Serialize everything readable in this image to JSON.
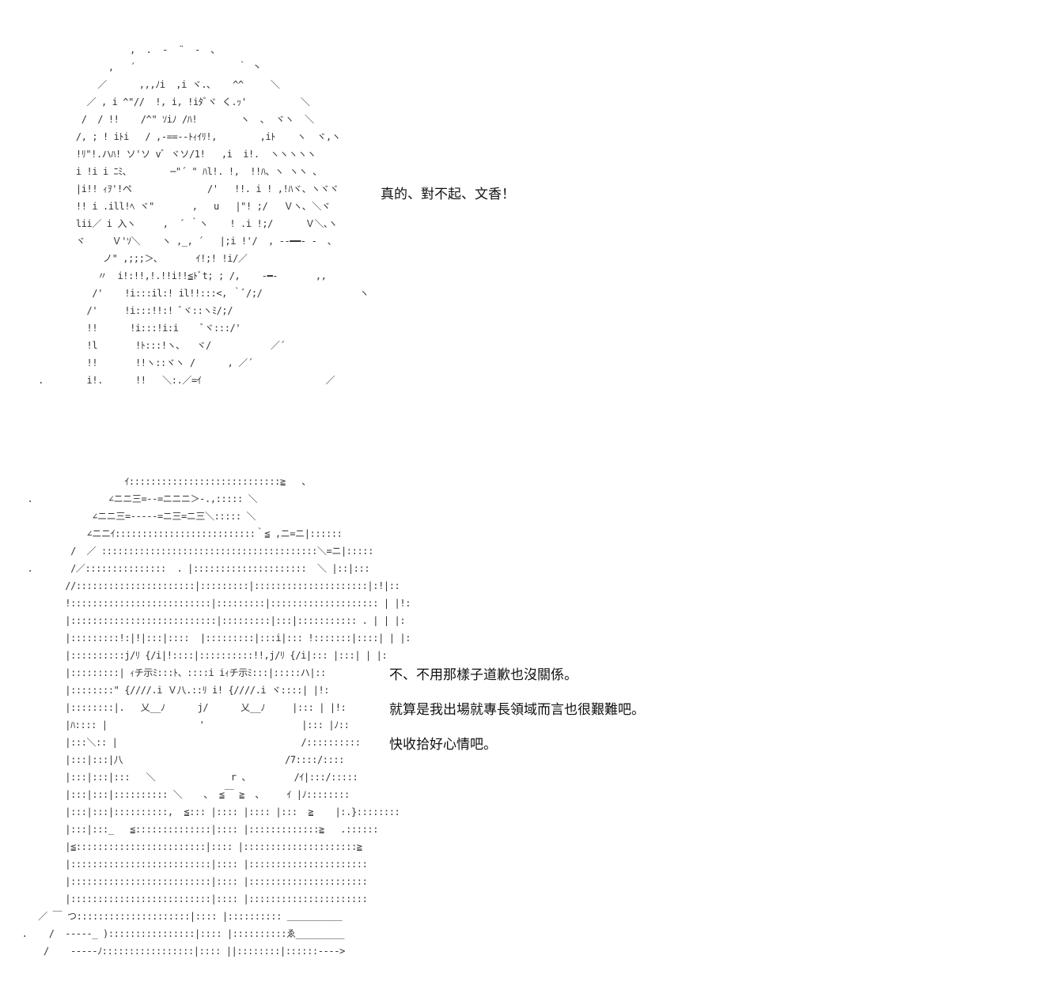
{
  "art": {
    "top": "                      ,  .  ‐  ¨  ‐  ､\n                  ,   ´                   ｀ 丶\n                ／      ,,,ﾉi  ,i ヾ.､    ^^     ＼\n              ／ , i ^\"//  !, i, !iﾀﾞヾ く.ｯ'          ＼\n             /  / !!    /^\" ｿiﾉ /ﾊ!        ヽ  ､  ヾヽ  ＼\n            /, ; ! iﾄi   / ,-==‐-ﾄｨｲﾘ!,        ,iﾄ    ヽ  ヾ,ヽ\n            !ﾘ\"!.ハﾊ! ソ'ソ vﾞ ヾソ/1!   ,i  i!.  ヽヽヽヽヽ\n            i !i i ﾆﾐ､        ─\"´ \" ﾊl!. !,  !!ﾊ、ヽ ヽヽ ､\n            |i!! ｨｦ'!ペ              /'   !!. i ! ,!ﾊヾ、ヽヾヾ\n            !! i .ill!ﾍ ヾ\"       ,   u   |\"! ;/   Ｖヽ､ ＼ヾ\n            lii／ i 入ヽ     ,  ´ ｀ヽ    ! .i !;/      Ｖ＼､ヽ\n            ヾ     Ｖ'ｿ＼    ヽ ,_, ´   |;i !'/  , -‐━━‐ -  ､\n                 ノ\" ,;;;＞､       ｲ!;! !i/／\n                〃  i!:!!,!.!!i!!≦ﾄﾞt; ; /,    ‐━‐       ,,\n               /'    !i:::il:! il!!:::<, ｀ﾞ/;/                  ヽ\n              /'     !i:::!!:! ﾞヾ::ヽﾐ/;/\n              !!      !i:::!i:i    ﾞヾ:::/'\n              !l       !ﾄ:::!ヽ､   ヾ/           ／´\n              !!       !!ヽ::ヾヽ /      , ／´\n     .        i!.      !!   ＼:.／=ｲ                       ／",
    "bottom": "                     ｲ::::::::::::::::::::::::::::≧   、\n   .              ∠ニニ三=‐‐=ニニニ＞‐.,::::: ＼\n               ∠ニニ三=‐‐‐‐‐=ニ三=ニ三＼::::: ＼\n              ∠ニニｲ::::::::::::::::::::::::::｀≦ ,ニ=ニ|::::::\n           /  ／ ::::::::::::::::::::::::::::::::::::::::＼=ニ|:::::\n   .       /／:::::::::::::::  . |:::::::::::::::::::::  ＼ |::|:::\n          //::::::::::::::::::::::|:::::::::|:::::::::::::::::::::|:!|::\n          !::::::::::::::::::::::::::|:::::::::|:::::::::::::::::::: | |!:\n          |:::::::::::::::::::::::::::|:::::::::|:::|::::::::::: . | | |:\n          |:::::::::!:|!|:::|::::  |:::::::::|:::i|::: !:::::::|::::| | |:\n          |::::::::::j/ﾘ {/i|!::::|::::::::::!!,j/ﾘ {/i|::: |:::| | |:\n          |:::::::::| ｨチ示ﾐ:::ﾄ、::::i iｨチ示ﾐ:::|:::::ハ|::\n          |::::::::\" {////.i Ｖ八.::ﾘ i! {////.i ヾ::::| |!:\n          |::::::::|.   乂__ﾉ      j/      乂__ﾉ     |::: | |!:\n          |ﾊ:::: |                 '                  |::: |ﾉ::\n          |:::＼:: |                                  /::::::::::\n          |:::|:::|八                              /7::::/::::\n          |:::|:::|:::   ＼              r 、        /ｲ|:::/:::::\n          |:::|:::|:::::::::: ＼    ､  ≦￣ ≧  ､     ｲ |ﾉ::::::::\n          |:::|:::|::::::::::,  ≦::: |:::: |:::: |:::  ≧    |:.}::::::::\n          |:::|:::_   ≦::::::::::::::|:::: |:::::::::::::≧   .::::::\n          |≦::::::::::::::::::::::::|:::: |:::::::::::::::::::::≧\n          |::::::::::::::::::::::::::|:::: |::::::::::::::::::::::\n          |::::::::::::::::::::::::::|:::: |::::::::::::::::::::::\n          |::::::::::::::::::::::::::|:::: |::::::::::::::::::::::\n     ／ ￣ つ:::::::::::::::::::::|:::: |:::::::::: ＿＿＿＿＿＿\n  .    /  ‐‐‐‐‐_ )::::::::::::::::|:::: |::::::::::ゑ_________\n      /    ‐‐‐‐‐ﾉ:::::::::::::::::|:::: ||::::::::|::::::‐‐‐‐>"
  },
  "dialogue": {
    "line1": "真的、對不起、文香！",
    "line2": "不、不用那樣子道歉也沒關係。",
    "line3": "就算是我出場就專長領域而言也很艱難吧。",
    "line4": "快收拾好心情吧。"
  }
}
